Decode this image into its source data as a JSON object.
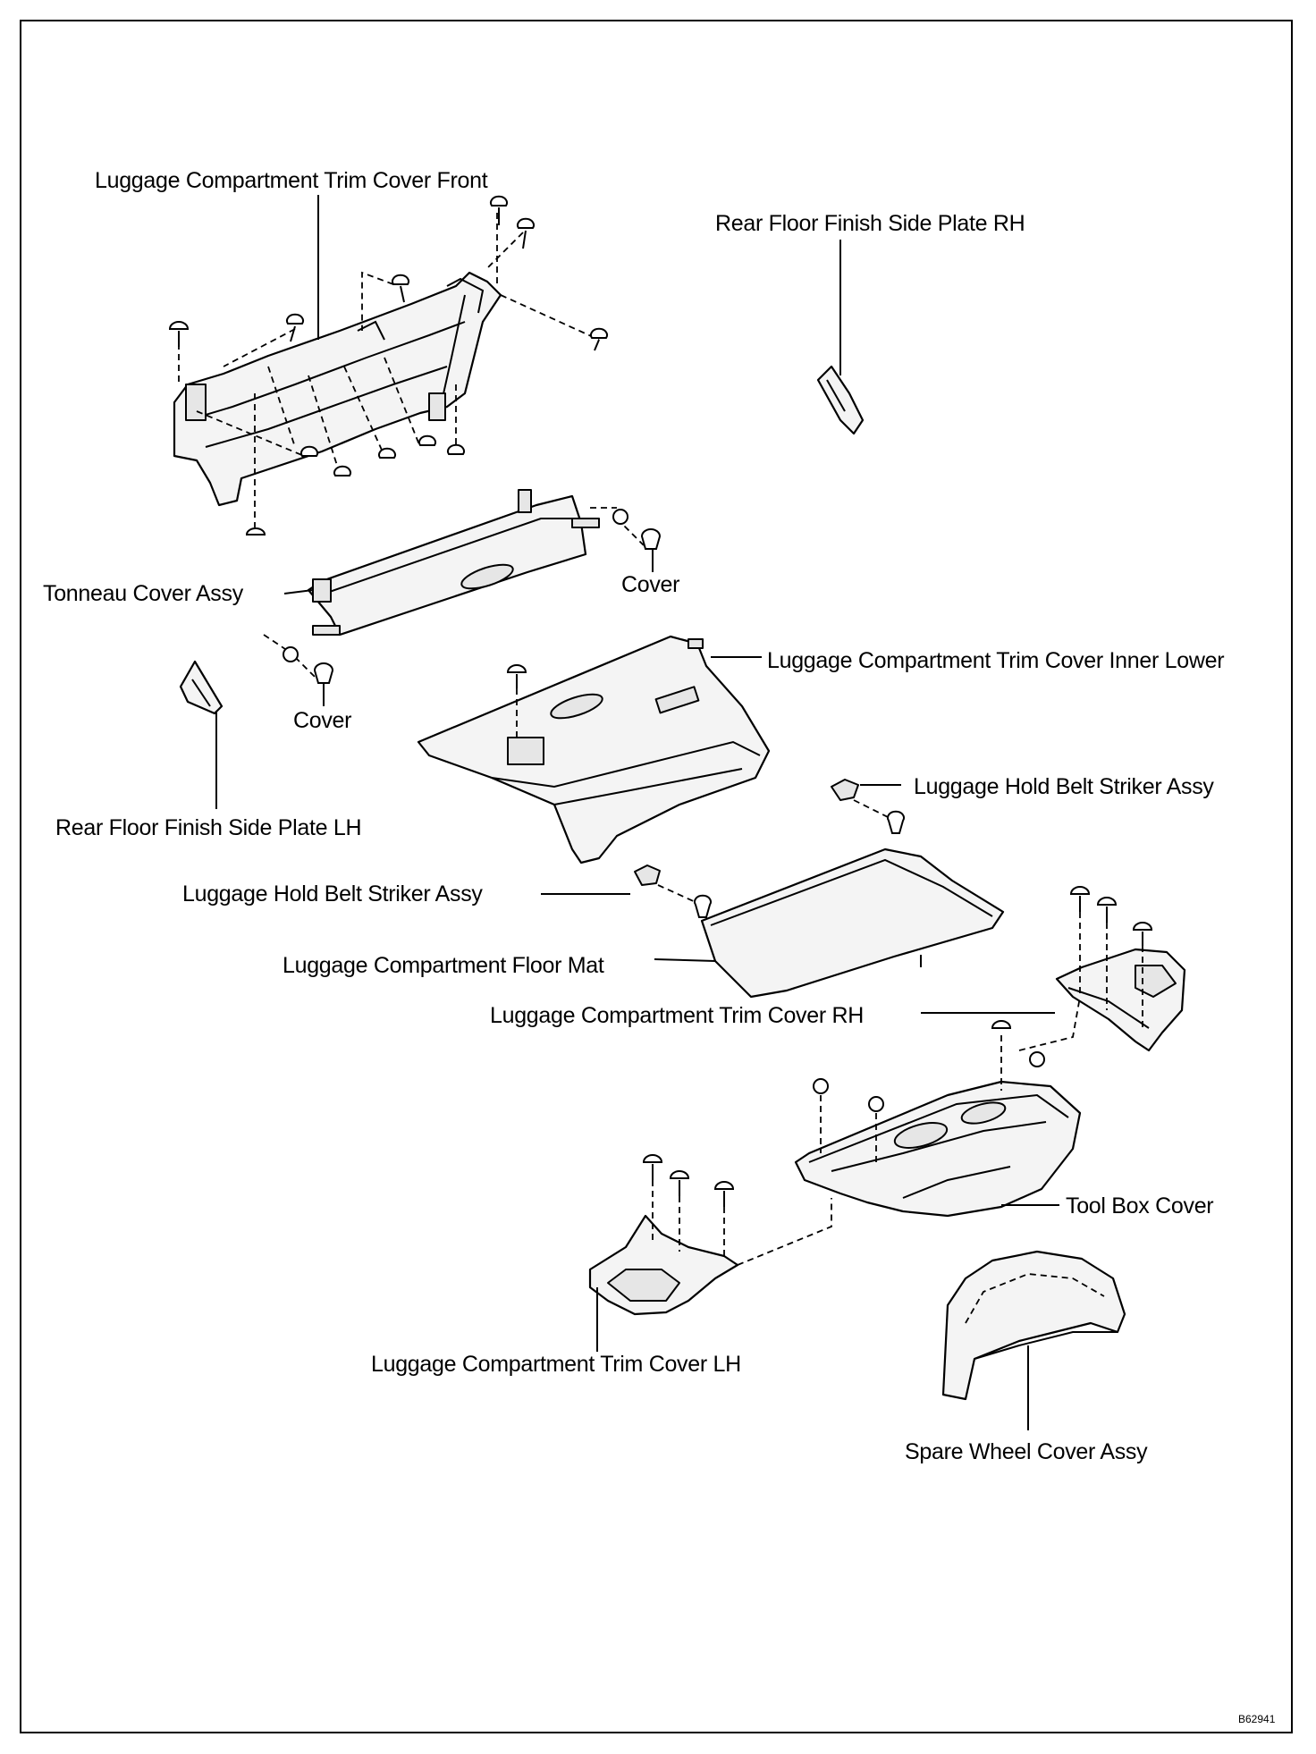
{
  "labels": {
    "trim_cover_front": "Luggage Compartment Trim Cover Front",
    "side_plate_rh": "Rear Floor Finish Side Plate RH",
    "tonneau_cover": "Tonneau Cover Assy",
    "cover_right": "Cover",
    "cover_left": "Cover",
    "trim_cover_inner_lower": "Luggage Compartment Trim Cover Inner Lower",
    "side_plate_lh": "Rear Floor Finish Side Plate LH",
    "belt_striker_right": "Luggage Hold Belt Striker Assy",
    "belt_striker_left": "Luggage Hold Belt Striker Assy",
    "floor_mat": "Luggage Compartment Floor Mat",
    "trim_cover_rh": "Luggage Compartment Trim Cover RH",
    "tool_box_cover": "Tool Box Cover",
    "trim_cover_lh": "Luggage Compartment Trim Cover LH",
    "spare_wheel_cover": "Spare Wheel Cover Assy"
  },
  "figure_code": "B62941"
}
